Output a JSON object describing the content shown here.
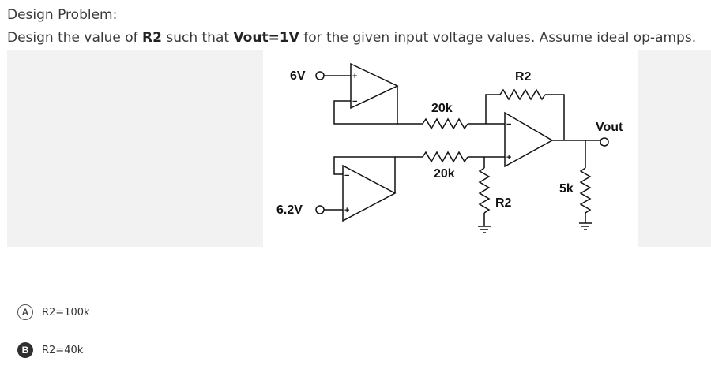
{
  "question": {
    "title": "Design Problem:",
    "prompt_parts": {
      "p1": "Design the value of ",
      "b1": "R2",
      "p2": " such that ",
      "b2": "Vout=1V",
      "p3": " for the given input voltage values. Assume ideal op-amps."
    }
  },
  "circuit": {
    "v1_label": "6V",
    "v2_label": "6.2V",
    "r_top_label": "20k",
    "r_bottom_label": "20k",
    "r_feedback_label": "R2",
    "r_ground_label": "R2",
    "r_load_label": "5k",
    "out_label": "Vout",
    "plus_sign": "+",
    "minus_sign": "−"
  },
  "options": [
    {
      "letter": "A",
      "text": "R2=100k"
    },
    {
      "letter": "B",
      "text": "R2=40k"
    }
  ]
}
